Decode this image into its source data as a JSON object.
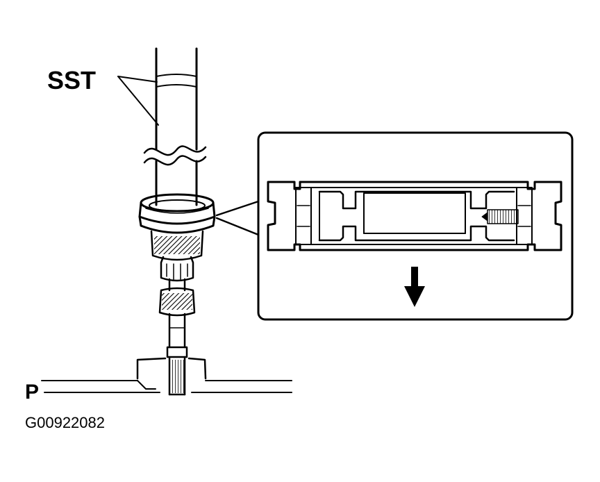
{
  "labels": {
    "sst": "SST",
    "press": "P",
    "figure_code": "G00922082"
  },
  "colors": {
    "ink": "#000000",
    "paper": "#ffffff"
  },
  "icons": {
    "press_direction": "arrow-down-icon"
  }
}
